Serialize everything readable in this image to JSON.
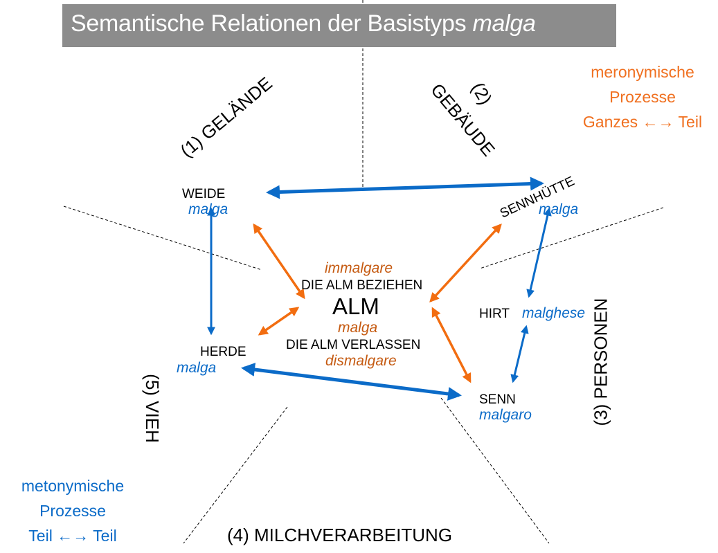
{
  "title": {
    "text": "Semantische Relationen der Basistyps",
    "italic": "malga"
  },
  "categories": {
    "gelaende": "(1) GELÄNDE",
    "gebaeude_num": "(2)",
    "gebaeude": "GEBÄUDE",
    "personen": "(3) PERSONEN",
    "milch": "(4) MILCHVERARBEITUNG",
    "vieh": "(5) VIEH"
  },
  "nodes": {
    "weide": {
      "label": "WEIDE",
      "term": "malga"
    },
    "sennhuette": {
      "label": "SENNHÜTTE",
      "term": "malga"
    },
    "hirt": {
      "label": "HIRT",
      "term": "malghese"
    },
    "senn": {
      "label": "SENN",
      "term": "malgaro"
    },
    "herde": {
      "label": "HERDE",
      "term": "malga"
    },
    "center": {
      "verb1": "immalgare",
      "gloss1": "DIE ALM BEZIEHEN",
      "label": "ALM",
      "term": "malga",
      "gloss2": "DIE ALM VERLASSEN",
      "verb2": "dismalgare"
    }
  },
  "legend": {
    "meronymic": {
      "line1": "meronymische",
      "line2": "Prozesse",
      "line3": "Ganzes ←→ Teil"
    },
    "metonymic": {
      "line1": "metonymische",
      "line2": "Prozesse",
      "line3": "Teil ←→ Teil"
    }
  },
  "colors": {
    "blue": "#0b6bc8",
    "orange": "#f26d10",
    "orange_text": "#c55a11",
    "title_bg": "#8c8c8c"
  }
}
